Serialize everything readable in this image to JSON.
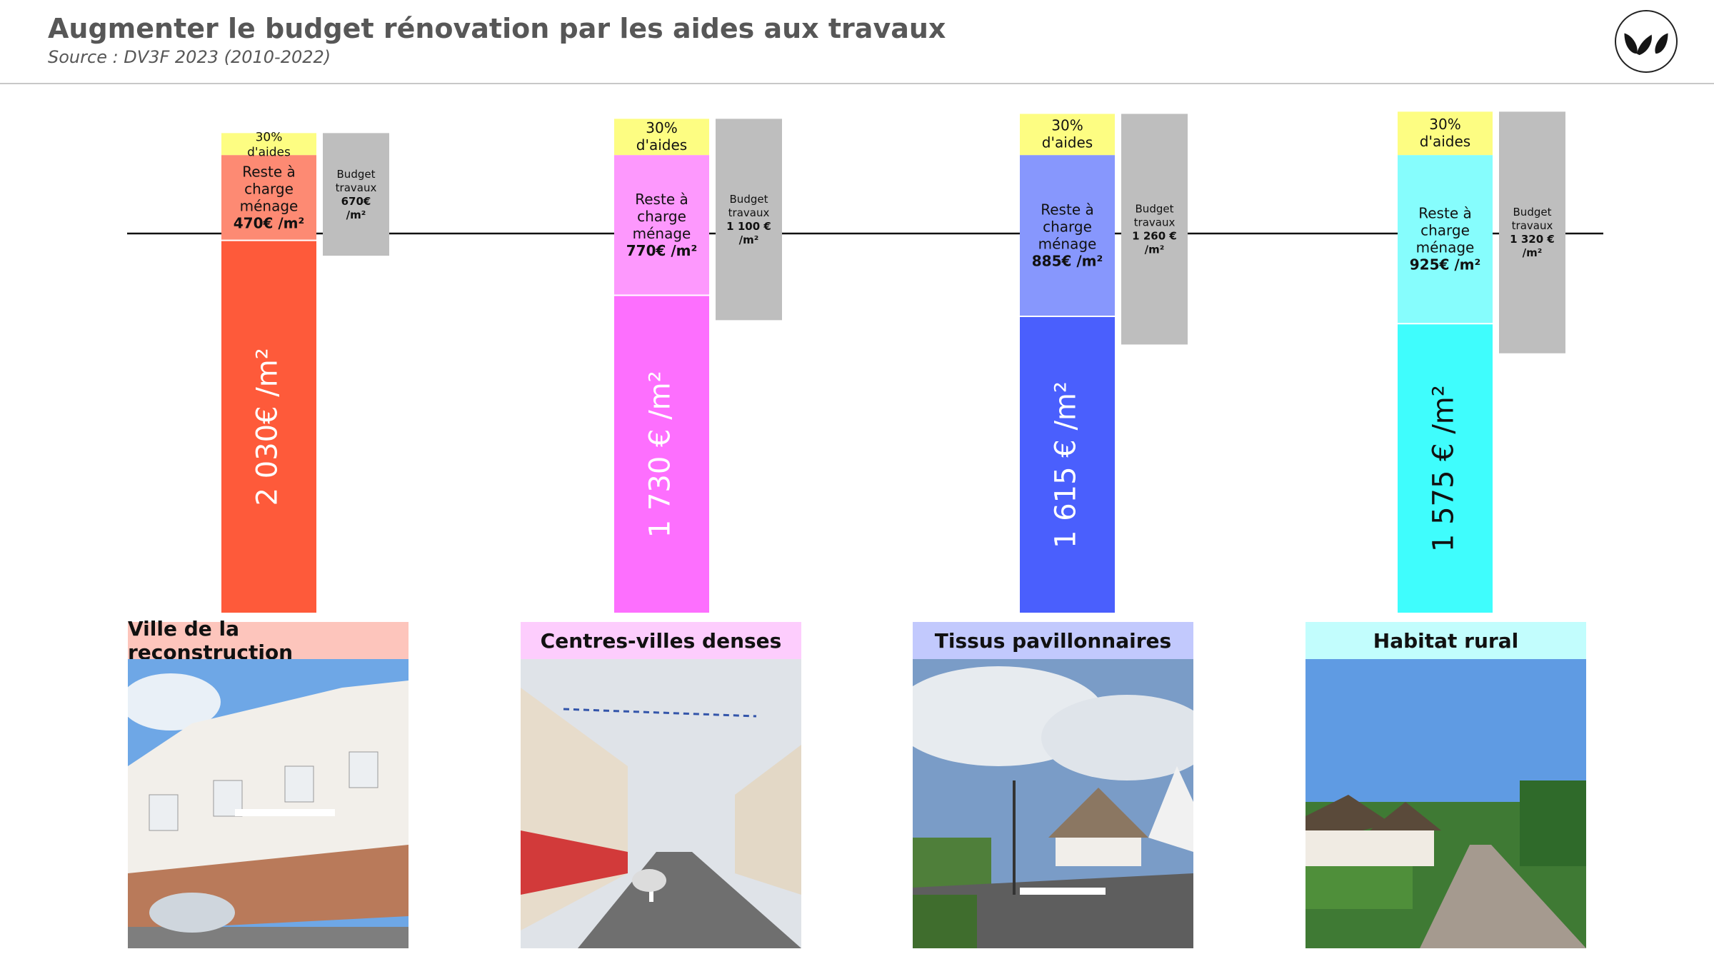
{
  "header": {
    "title": "Augmenter le budget rénovation par les aides aux travaux",
    "subtitle": "Source : DV3F 2023 (2010-2022)"
  },
  "logo": {
    "icon": "leaf-logo-icon"
  },
  "chart_data": {
    "type": "bar",
    "categories": [
      "Ville de la reconstruction",
      "Centres-villes denses",
      "Tissus pavillonnaires",
      "Habitat rural"
    ],
    "series": [
      {
        "values": [
          2030,
          1730,
          1615,
          1575
        ],
        "labels": [
          "2 030€ /m²",
          "1 730 € /m²",
          "1 615 € /m²",
          "1 575 € /m²"
        ]
      },
      {
        "values": [
          470,
          770,
          885,
          925
        ],
        "labels": [
          "470€ /m²",
          "770€ /m²",
          "885€ /m²",
          "925€ /m²"
        ]
      },
      {
        "values": [
          200,
          330,
          375,
          395
        ],
        "labels": [
          "30%\nd'aides",
          "30%\nd'aides",
          "30%\nd'aides",
          "30%\nd'aides"
        ]
      },
      {
        "values": [
          670,
          1100,
          1260,
          1320
        ],
        "labels": [
          "Budget\ntravaux\n670€\n/m²",
          "Budget\ntravaux\n1 100 €\n/m²",
          "Budget\ntravaux\n1 260 €\n/m²",
          "Budget\ntravaux\n1 320 €\n/m²"
        ]
      }
    ],
    "reste_label": "Reste à\ncharge\nménage",
    "colors": {
      "dark": [
        "#fe5a3a",
        "#fd6ffe",
        "#4a5ffd",
        "#3ffdfd"
      ],
      "light": [
        "#fd8a73",
        "#fd98fd",
        "#8797fd",
        "#86fdfd"
      ],
      "aides": "#fdfd82",
      "budget": "#bebebe",
      "header": [
        "#fdc5bc",
        "#fdcdfd",
        "#c2c9fd",
        "#c2fdfd"
      ],
      "value_text": [
        "#ffffff",
        "#ffffff",
        "#ffffff",
        "#111111"
      ]
    }
  },
  "photos": [
    {
      "icon": "townhouse-street-photo"
    },
    {
      "icon": "dense-town-street-photo"
    },
    {
      "icon": "suburban-houses-photo"
    },
    {
      "icon": "rural-road-photo"
    }
  ]
}
